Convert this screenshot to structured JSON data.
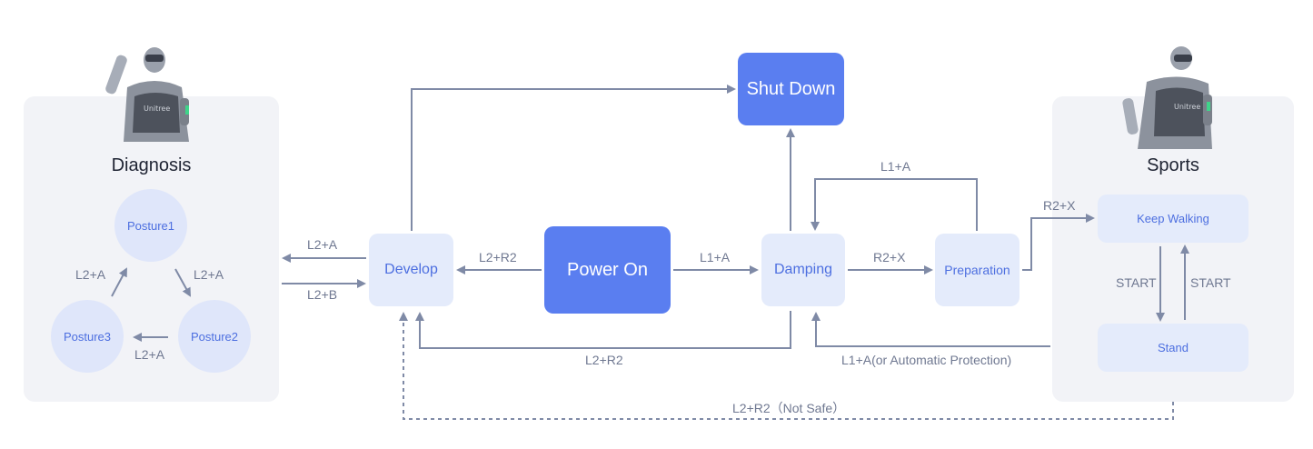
{
  "panels": {
    "diagnosis": {
      "title": "Diagnosis",
      "postures": {
        "posture1": "Posture1",
        "posture2": "Posture2",
        "posture3": "Posture3"
      },
      "edge_labels": {
        "p3_to_p1": "L2+A",
        "p1_to_p2": "L2+A",
        "p2_to_p3": "L2+A"
      }
    },
    "sports": {
      "title": "Sports",
      "keep_walking": "Keep Walking",
      "stand": "Stand",
      "edge_labels": {
        "walk_to_stand": "START",
        "stand_to_walk": "START"
      }
    }
  },
  "nodes": {
    "shut_down": "Shut Down",
    "power_on": "Power On",
    "develop": "Develop",
    "damping": "Damping",
    "preparation": "Preparation"
  },
  "edge_labels": {
    "develop_to_diagnosis": "L2+A",
    "diagnosis_to_develop": "L2+B",
    "power_on_to_develop": "L2+R2",
    "power_on_to_damping": "L1+A",
    "preparation_to_damping": "L1+A",
    "damping_to_preparation": "R2+X",
    "preparation_to_sports": "R2+X",
    "damping_to_develop": "L2+R2",
    "sports_to_damping": "L1+A(or Automatic Protection)",
    "sports_to_develop": "L2+R2（Not Safe）"
  },
  "colors": {
    "arrow": "#7f8aa6",
    "node_strong": "#5a7ef0",
    "node_light": "#e4ebfb",
    "panel": "#f2f3f7"
  }
}
